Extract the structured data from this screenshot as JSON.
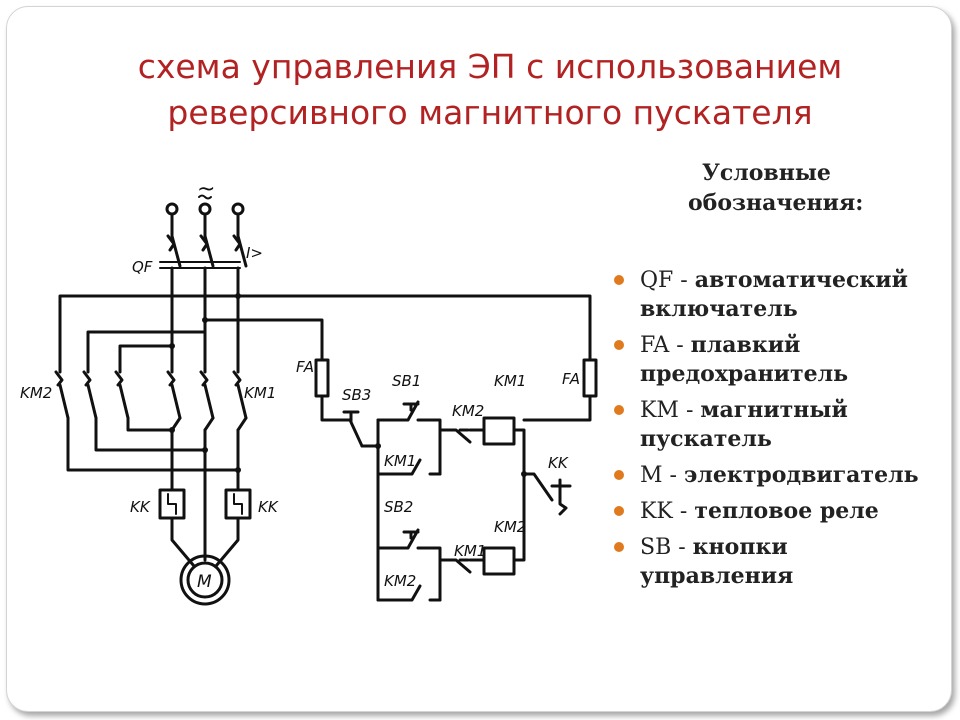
{
  "slide": {
    "title_line1": "схема управления ЭП с использованием",
    "title_line2": "реверсивного магнитного пускателя"
  },
  "legend": {
    "heading_line1": "Условные",
    "heading_line2": "обозначения:",
    "bullet_color": "#e07a1f",
    "items": [
      {
        "code": "QF -",
        "desc": "автоматический включатель"
      },
      {
        "code": "FA -",
        "desc": "плавкий предохранитель"
      },
      {
        "code": "KM -",
        "desc": "магнитный пускатель"
      },
      {
        "code": "M -",
        "desc": "электродвигатель"
      },
      {
        "code": "KK -",
        "desc": "тепловое реле"
      },
      {
        "code": "SB -",
        "desc": "кнопки управления"
      }
    ]
  },
  "diagram": {
    "labels": {
      "ac": "~",
      "qf": "QF",
      "current": "I>",
      "km2_main": "KM2",
      "km1_main": "KM1",
      "fa_left": "FA",
      "fa_right": "FA",
      "sb3": "SB3",
      "sb1": "SB1",
      "km1_coil": "KM1",
      "km2_contact_top": "KM2",
      "km1_hold": "KM1",
      "kk_ctrl": "KK",
      "sb2": "SB2",
      "km2_coil": "KM2",
      "km1_contact_bottom": "KM1",
      "km2_hold": "KM2",
      "kk_left": "KK",
      "kk_right": "KK",
      "motor": "M"
    }
  }
}
